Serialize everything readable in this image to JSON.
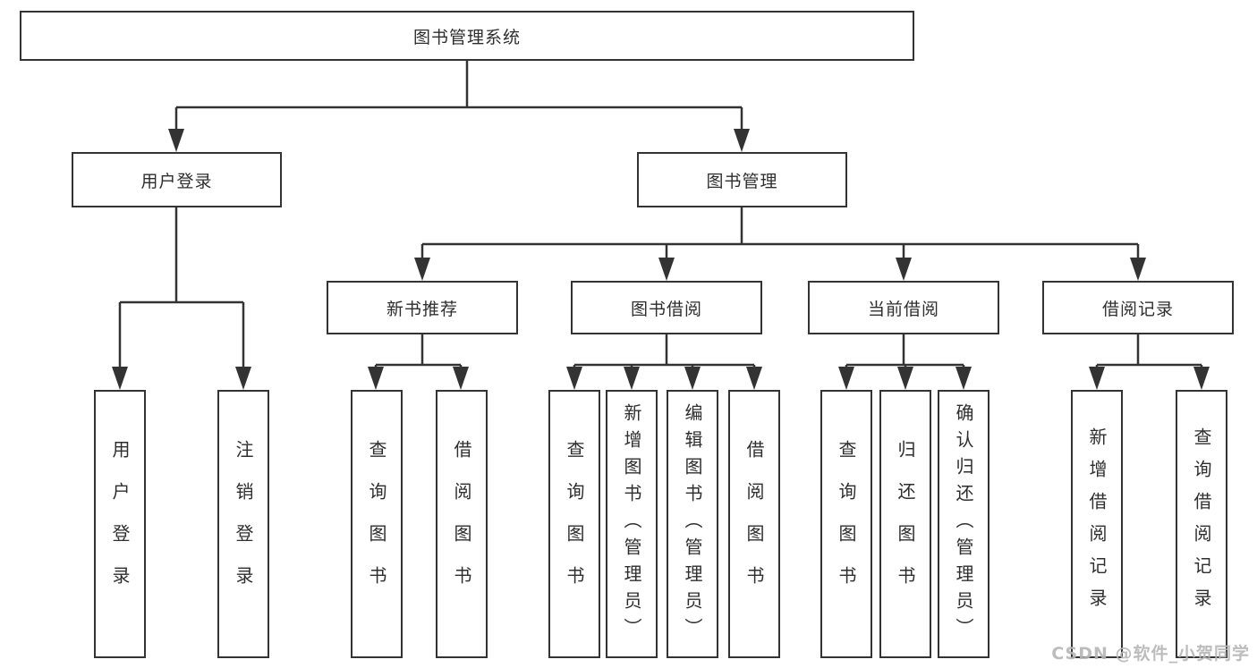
{
  "colors": {
    "background": "#ffffff",
    "line": "#333333",
    "box_border": "#333333",
    "box_fill": "#ffffff",
    "text": "#2e2e2e",
    "watermark": "#b5b5b5"
  },
  "tree": {
    "root": "图书管理系统",
    "branches": [
      {
        "label": "用户登录",
        "leaves": [
          "用户登录",
          "注销登录"
        ]
      },
      {
        "label": "图书管理",
        "groups": [
          {
            "label": "新书推荐",
            "leaves": [
              "查询图书",
              "借阅图书"
            ]
          },
          {
            "label": "图书借阅",
            "leaves": [
              "查询图书",
              "新增图书（管理员）",
              "编辑图书（管理员）",
              "借阅图书"
            ]
          },
          {
            "label": "当前借阅",
            "leaves": [
              "查询图书",
              "归还图书",
              "确认归还（管理员）"
            ]
          },
          {
            "label": "借阅记录",
            "leaves": [
              "新增借阅记录",
              "查询借阅记录"
            ]
          }
        ]
      }
    ]
  },
  "watermark": "CSDN @软件_小贺同学"
}
